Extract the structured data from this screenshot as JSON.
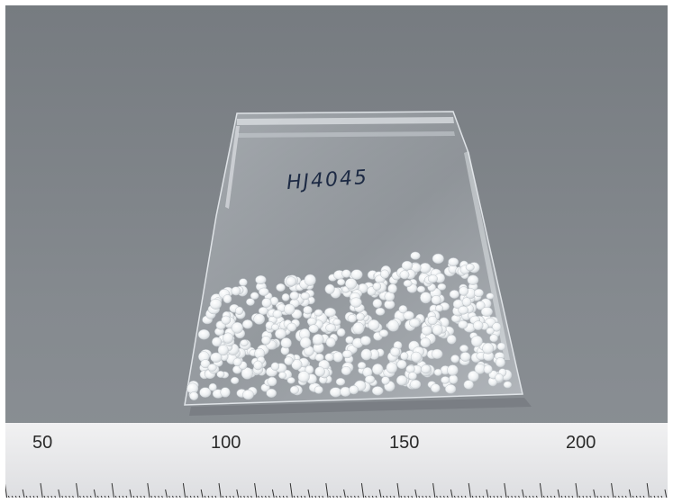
{
  "bag": {
    "label": "HJ4045"
  },
  "ruler": {
    "labels": [
      "50",
      "100",
      "150",
      "200"
    ]
  },
  "colors": {
    "background": "#868b90",
    "bag_film": "#cfd4d9",
    "pellet": "#f2f5f7",
    "ruler": "#e9eaeb",
    "ink": "#1d2a44"
  }
}
